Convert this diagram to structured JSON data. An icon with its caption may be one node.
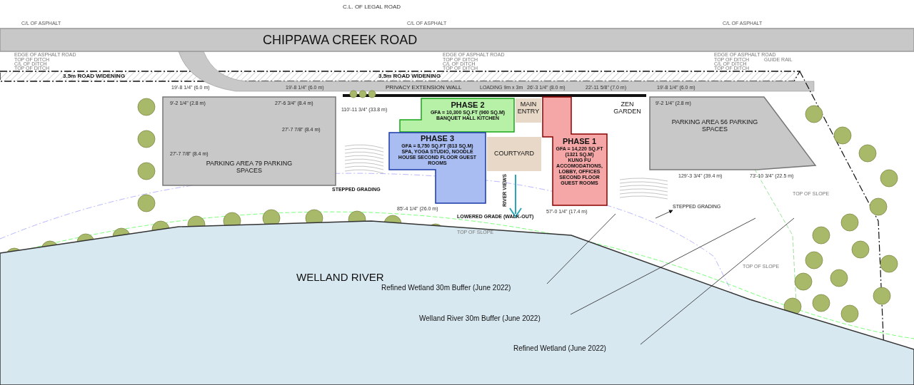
{
  "diagram": {
    "nodes": [
      {
        "text": [
          "PHASE 2",
          "GFA = 10,300 SQ.FT (960 SQ.M)",
          "BANQUET HALL KITCHEN"
        ]
      },
      {
        "text": [
          "PHASE 3",
          "GFA = 8,750 SQ.FT (813 SQ.M)",
          "SPA, YOGA STUDIO, NOODLE HOUSE SECOND FLOOR GUEST ROOMS"
        ]
      },
      {
        "text": [
          "PHASE 1",
          "GFA = 14,220 SQ.FT (1321 SQ.M)",
          "KUNG FU ACCOMODATIONS, LOBBY, OFFICES SECOND FLOOR GUEST ROOMS"
        ]
      },
      {
        "text": [
          "COURTYARD"
        ]
      },
      {
        "text": [
          "MAIN ENTRY"
        ]
      },
      {
        "text": [
          "ZEN GARDEN"
        ]
      },
      {
        "text": [
          "PARKING AREA 79 PARKING SPACES"
        ]
      },
      {
        "text": [
          "PARKING AREA 56 PARKING SPACES"
        ]
      },
      {
        "text": [
          "CHIPPAWA CREEK ROAD"
        ]
      },
      {
        "text": [
          "WELLAND RIVER"
        ]
      },
      {
        "text": [
          "Refined Wetland 30m Buffer (June 2022)"
        ],
        "in": 9
      },
      {
        "text": [
          "Welland River 30m Buffer (June 2022)"
        ],
        "in": 9
      },
      {
        "text": [
          "Refined Wetland (June 2022)"
        ],
        "in": 9
      },
      {
        "text": [
          "STEPPED GRADING"
        ]
      }
    ],
    "edges": [
      {
        "from": 10,
        "to": null,
        "arrow": "none"
      },
      {
        "from": 11,
        "to": null,
        "arrow": "none"
      },
      {
        "from": 12,
        "to": null,
        "arrow": "none"
      },
      {
        "from": null,
        "to": 13,
        "arrow": "to"
      }
    ],
    "labels": [
      "C.L. OF LEGAL ROAD",
      "C/L OF ASPHALT",
      "C/L OF ASPHALT",
      "C/L OF ASPHALT",
      "EDGE OF ASPHALT ROAD",
      "TOP OF DITCH",
      "C/L OF DITCH",
      "TOP OF DITCH",
      "EDGE OF ASPHALT ROAD",
      "TOP OF DITCH",
      "C/L OF DITCH",
      "TOP OF DITCH",
      "EDGE OF ASPHALT ROAD",
      "TOP OF DITCH",
      "GUIDE RAIL",
      "C/L OF DITCH",
      "TOP OF DITCH",
      "3.5m ROAD WIDENING",
      "3.5m ROAD WIDENING",
      "PRIVACY EXTENSION WALL",
      "LOADING 9m x 3m",
      "RIVER VIEWS",
      "LOWERED GRADE (WALK-OUT)",
      "STEPPED GRADING",
      "TOP OF SLOPE",
      "TOP OF SLOPE",
      "TOP OF SLOPE",
      "85'-4 1/4\" (26.0 m)",
      "57'-0 1/4\" (17.4 m)",
      "129'-3 3/4\" (39.4 m)",
      "110'-11 3/4\" (33.8 m)",
      "26'-3 1/4\" (8.0 m)",
      "22'-11 5/8\" (7.0 m)",
      "27'-6 3/4\" (8.4 m)",
      "27'-7 7/8\" (8.4 m)",
      "27'-7 7/8\" (8.4 m)",
      "9'-2 1/4\" (2.8 m)",
      "9'-2 1/4\" (2.8 m)",
      "19'-8 1/4\" (6.0 m)",
      "19'-8 1/4\" (6.0 m)",
      "19'-8 1/4\" (6.0 m)",
      "73'-10 3/4\" (22.5 m)"
    ]
  }
}
